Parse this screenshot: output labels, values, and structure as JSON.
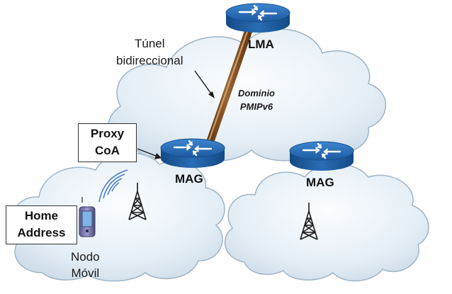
{
  "labels": {
    "tunnel_line1": "Túnel",
    "tunnel_line2": "bidireccional",
    "domain_line1": "Dominio",
    "domain_line2": "PMIPv6",
    "lma": "LMA",
    "mag_left": "MAG",
    "mag_right": "MAG",
    "proxy_line1": "Proxy",
    "proxy_line2": "CoA",
    "home_line1": "Home",
    "home_line2": "Address",
    "node_line1": "Nodo",
    "node_line2": "Móvil"
  },
  "icons": {
    "router": "router-icon",
    "antenna": "antenna-tower-icon",
    "phone": "mobile-phone-icon",
    "cloud": "cloud-icon"
  },
  "colors": {
    "router_blue": "#1f5f9e",
    "cloud_fill": "#e2eef7",
    "cloud_stroke": "#9fb4c4",
    "tunnel_brown": "#6b3a12",
    "signal_blue": "#4a7fd1"
  }
}
